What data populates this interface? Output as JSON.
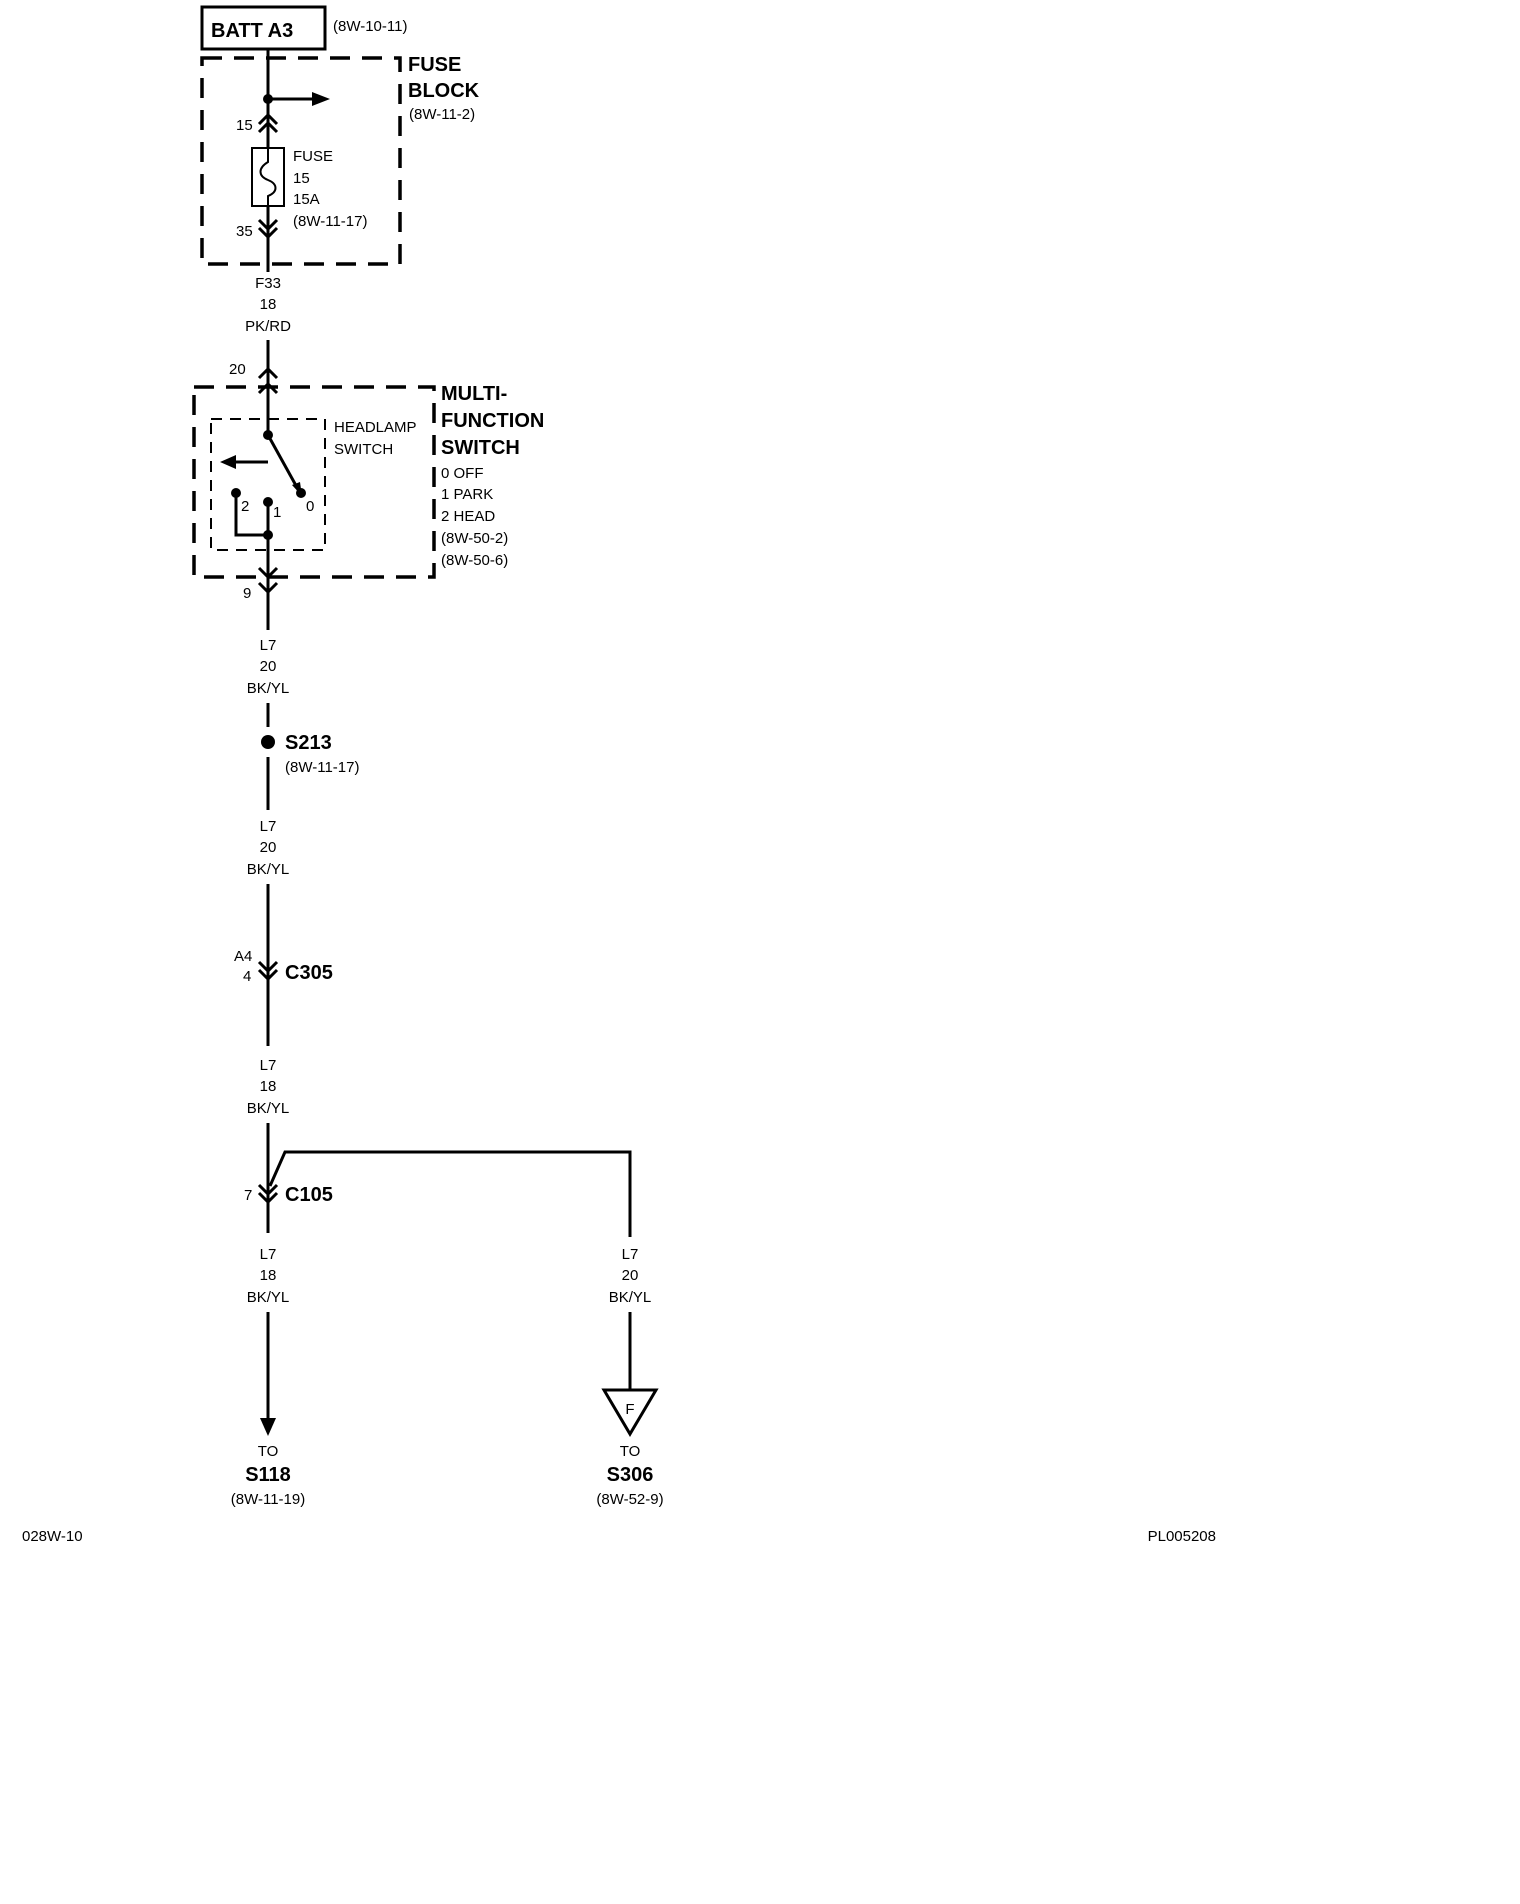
{
  "battery": {
    "label": "BATT A3",
    "ref": "(8W-10-11)"
  },
  "fuse_block": {
    "title_line1": "FUSE",
    "title_line2": "BLOCK",
    "ref": "(8W-11-2)",
    "pin_in": "15",
    "pin_out": "35",
    "fuse": {
      "line1": "FUSE",
      "line2": "15",
      "line3": "15A",
      "ref": "(8W-11-17)"
    }
  },
  "wire_f33": {
    "circuit": "F33",
    "gauge": "18",
    "color": "PK/RD"
  },
  "multifunction_switch": {
    "pin_in": "20",
    "title_line1": "MULTI-",
    "title_line2": "FUNCTION",
    "title_line3": "SWITCH",
    "positions": [
      "0 OFF",
      "1 PARK",
      "2 HEAD"
    ],
    "refs": [
      "(8W-50-2)",
      "(8W-50-6)"
    ],
    "headlamp_label1": "HEADLAMP",
    "headlamp_label2": "SWITCH",
    "pos_0": "0",
    "pos_1": "1",
    "pos_2": "2",
    "pin_out": "9"
  },
  "wire_l7_1": {
    "circuit": "L7",
    "gauge": "20",
    "color": "BK/YL"
  },
  "splice_s213": {
    "label": "S213",
    "ref": "(8W-11-17)"
  },
  "wire_l7_2": {
    "circuit": "L7",
    "gauge": "20",
    "color": "BK/YL"
  },
  "connector_c305": {
    "label": "C305",
    "pin_a": "A4",
    "pin_b": "4"
  },
  "wire_l7_3": {
    "circuit": "L7",
    "gauge": "18",
    "color": "BK/YL"
  },
  "connector_c105": {
    "label": "C105",
    "pin": "7"
  },
  "wire_l7_4": {
    "circuit": "L7",
    "gauge": "18",
    "color": "BK/YL"
  },
  "wire_l7_5": {
    "circuit": "L7",
    "gauge": "20",
    "color": "BK/YL"
  },
  "dest_s118": {
    "to": "TO",
    "label": "S118",
    "ref": "(8W-11-19)"
  },
  "dest_s306": {
    "to": "TO",
    "label": "S306",
    "ref": "(8W-52-9)",
    "symbol": "F"
  },
  "footer": {
    "left": "028W-10",
    "right": "PL005208"
  }
}
